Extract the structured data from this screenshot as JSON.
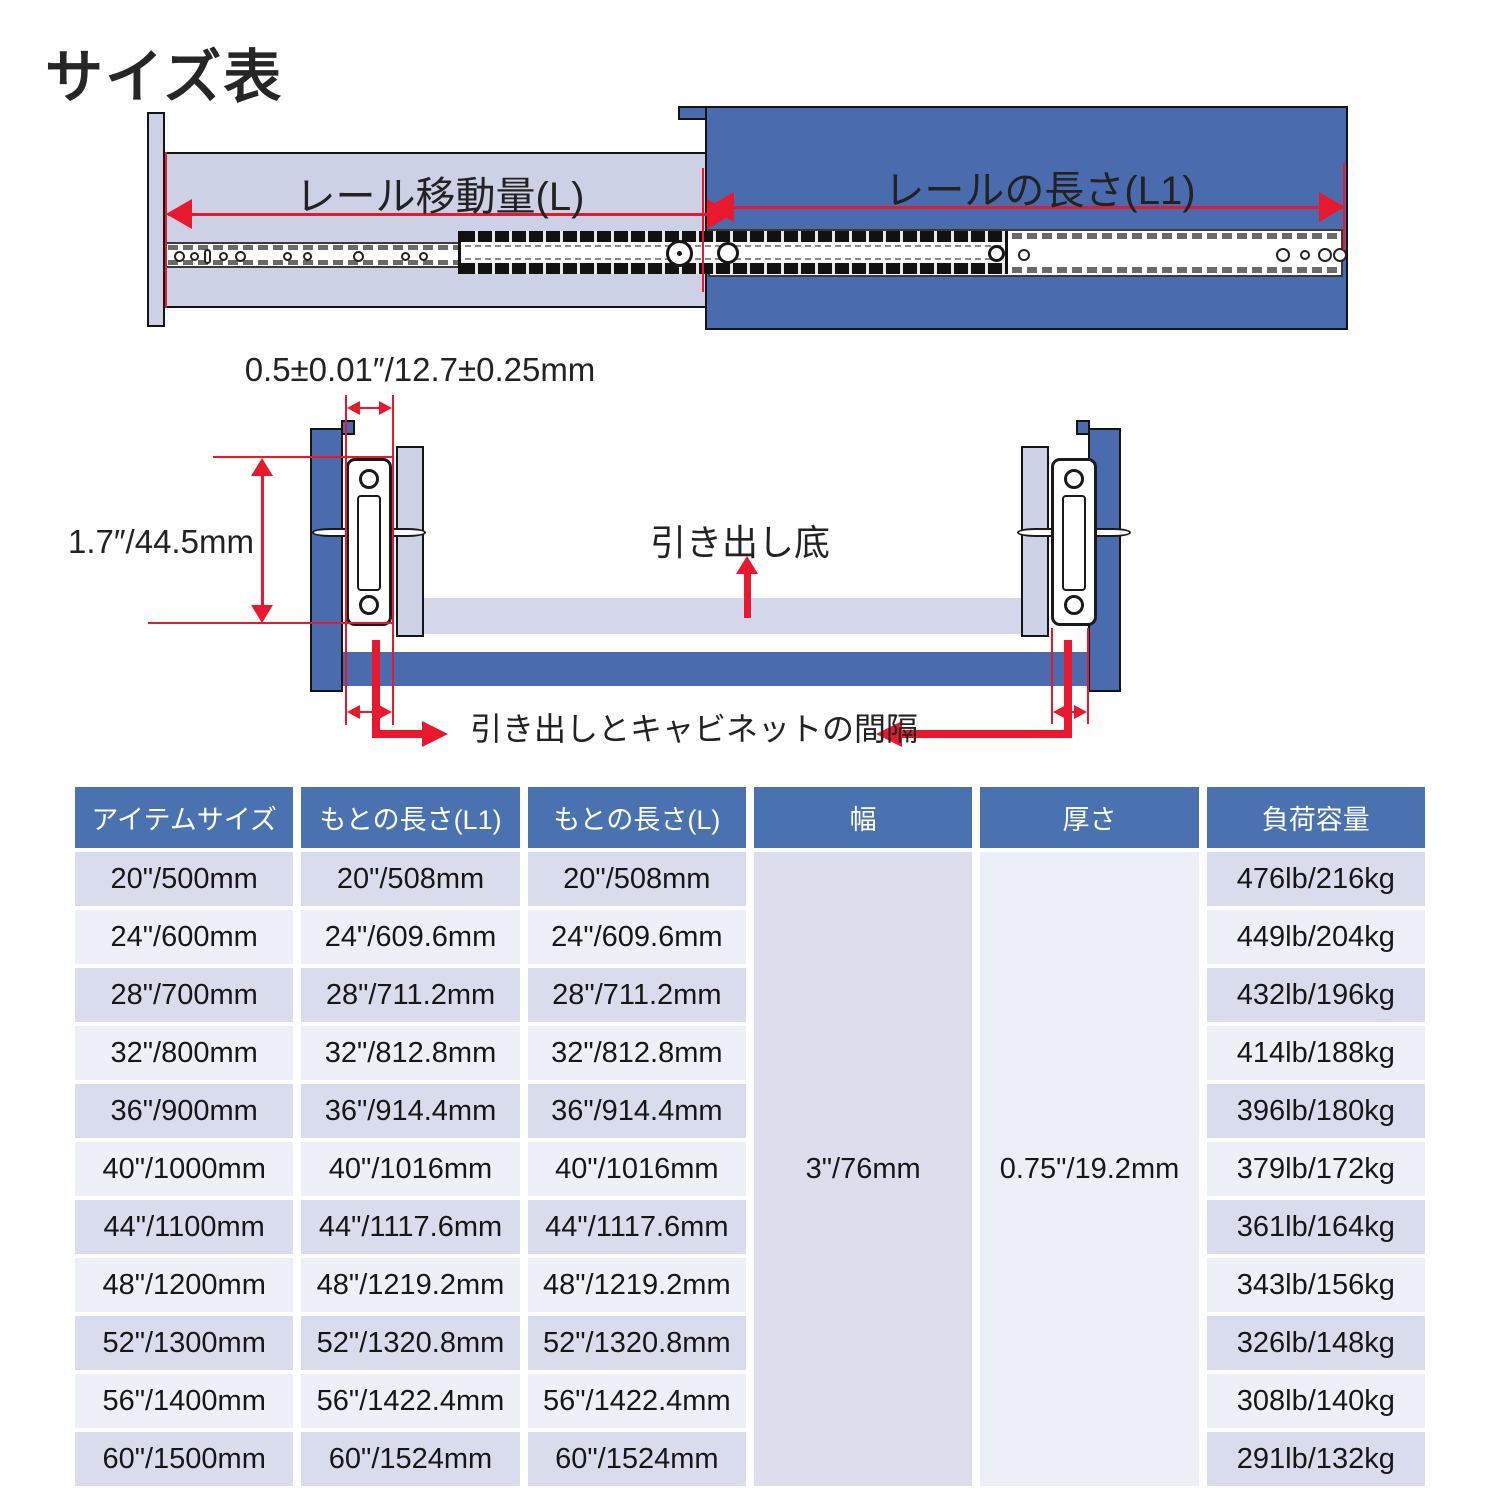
{
  "page": {
    "title": "サイズ表"
  },
  "colors": {
    "cabinet_blue": "#4a6cae",
    "header_blue": "#4a72b1",
    "drawer_lavender": "#ccd1e6",
    "row_dark": "#d9dcec",
    "row_light": "#eef0f7",
    "dimension_red": "#e8192e"
  },
  "top_diagram": {
    "travel_label": "レール移動量(L)",
    "length_label": "レールの長さ(L1)"
  },
  "cross_diagram": {
    "side_clearance_label": "0.5±0.01″/12.7±0.25mm",
    "height_label": "1.7″/44.5mm",
    "drawer_bottom_label": "引き出し底",
    "gap_label": "引き出しとキャビネットの間隔"
  },
  "table": {
    "headers": [
      "アイテムサイズ",
      "もとの長さ(L1)",
      "もとの長さ(L)",
      "幅",
      "厚さ",
      "負荷容量"
    ],
    "width_value": "3\"/76mm",
    "thickness_value": "0.75\"/19.2mm",
    "rows": [
      {
        "item_size": "20\"/500mm",
        "length_l1": "20\"/508mm",
        "length_l": "20\"/508mm",
        "load": "476lb/216kg"
      },
      {
        "item_size": "24\"/600mm",
        "length_l1": "24\"/609.6mm",
        "length_l": "24\"/609.6mm",
        "load": "449lb/204kg"
      },
      {
        "item_size": "28\"/700mm",
        "length_l1": "28\"/711.2mm",
        "length_l": "28\"/711.2mm",
        "load": "432lb/196kg"
      },
      {
        "item_size": "32\"/800mm",
        "length_l1": "32\"/812.8mm",
        "length_l": "32\"/812.8mm",
        "load": "414lb/188kg"
      },
      {
        "item_size": "36\"/900mm",
        "length_l1": "36\"/914.4mm",
        "length_l": "36\"/914.4mm",
        "load": "396lb/180kg"
      },
      {
        "item_size": "40\"/1000mm",
        "length_l1": "40\"/1016mm",
        "length_l": "40\"/1016mm",
        "load": "379lb/172kg"
      },
      {
        "item_size": "44\"/1100mm",
        "length_l1": "44\"/1117.6mm",
        "length_l": "44\"/1117.6mm",
        "load": "361lb/164kg"
      },
      {
        "item_size": "48\"/1200mm",
        "length_l1": "48\"/1219.2mm",
        "length_l": "48\"/1219.2mm",
        "load": "343lb/156kg"
      },
      {
        "item_size": "52\"/1300mm",
        "length_l1": "52\"/1320.8mm",
        "length_l": "52\"/1320.8mm",
        "load": "326lb/148kg"
      },
      {
        "item_size": "56\"/1400mm",
        "length_l1": "56\"/1422.4mm",
        "length_l": "56\"/1422.4mm",
        "load": "308lb/140kg"
      },
      {
        "item_size": "60\"/1500mm",
        "length_l1": "60\"/1524mm",
        "length_l": "60\"/1524mm",
        "load": "291lb/132kg"
      }
    ]
  }
}
